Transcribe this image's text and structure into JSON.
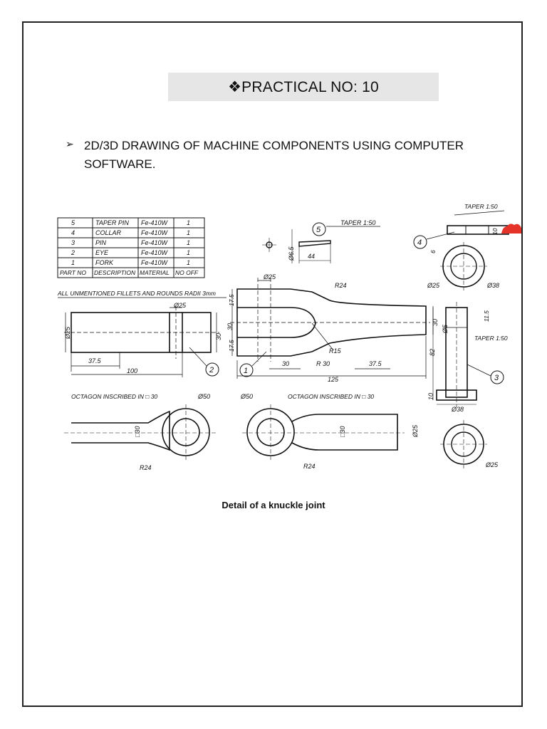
{
  "heading": {
    "icon": "diamond-bullet-icon",
    "title": "❖PRACTICAL NO: 10"
  },
  "objective": {
    "bullet_icon": "arrow-bullet-icon",
    "text": "2D/3D DRAWING OF MACHINE COMPONENTS USING COMPUTER SOFTWARE."
  },
  "parts_table": {
    "headers": [
      "PART NO",
      "DESCRIPTION",
      "MATERIAL",
      "NO OFF"
    ],
    "rows": [
      [
        "5",
        "TAPER PIN",
        "Fe-410W",
        "1"
      ],
      [
        "4",
        "COLLAR",
        "Fe-410W",
        "1"
      ],
      [
        "3",
        "PIN",
        "Fe-410W",
        "1"
      ],
      [
        "2",
        "EYE",
        "Fe-410W",
        "1"
      ],
      [
        "1",
        "FORK",
        "Fe-410W",
        "1"
      ]
    ]
  },
  "notes": {
    "fillets": "ALL UNMENTIONED FILLETS AND ROUNDS RADII 3mm",
    "octagon_left": "OCTAGON INSCRIBED IN □ 30",
    "octagon_right": "OCTAGON INSCRIBED IN □ 30",
    "taper_pin": "TAPER 1:50",
    "taper_collar": "TAPER 1:50",
    "taper_pin3": "TAPER 1:50"
  },
  "dimensions": {
    "eye_d25": "Ø25",
    "eye_d25_side": "Ø25",
    "eye_30": "30",
    "eye_37_5": "37.5",
    "eye_100": "100",
    "fork_d25": "Ø25",
    "fork_r24": "R24",
    "fork_17_5a": "17.5",
    "fork_30": "30",
    "fork_17_5b": "17.5",
    "fork_r15": "R15",
    "fork_r30": "R 30",
    "fork_30b": "30",
    "fork_37_5": "37.5",
    "fork_125": "125",
    "fork_30c": "30",
    "pin5_d6_5": "Ø6.5",
    "pin5_44": "44",
    "collar_6": "6",
    "collar_10": "10",
    "collar_d25": "Ø25",
    "collar_d38": "Ø38",
    "pin3_d5": "Ø5",
    "pin3_11_5": "11.5",
    "pin3_82": "82",
    "pin3_10": "10",
    "pin3_d38": "Ø38",
    "pin3_d25": "Ø25",
    "eye_bottom_d50": "Ø50",
    "eye_bottom_30": "□30",
    "eye_bottom_r24": "R24",
    "fork_bottom_d50": "Ø50",
    "fork_bottom_30": "□30",
    "fork_bottom_d25": "Ø25",
    "fork_bottom_r24": "R24"
  },
  "balloons": [
    "1",
    "2",
    "3",
    "4",
    "5"
  ],
  "caption": "Detail of a knuckle joint",
  "colors": {
    "title_band": "#e7e6e6",
    "marker": "#e5332a"
  }
}
